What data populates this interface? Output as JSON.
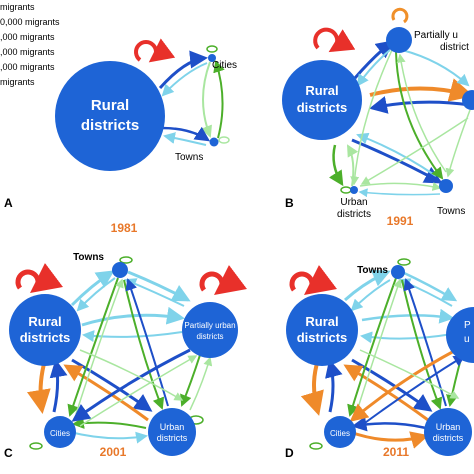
{
  "legend": {
    "items": [
      " migrants",
      "0,000 migrants",
      ",000 migrants",
      ",000 migrants",
      ",000 migrants",
      "migrants"
    ]
  },
  "colors": {
    "node": "#1e64d6",
    "self_loop": "#e8302a",
    "self_loop_small": "#f0902a",
    "dark_blue": "#1e4fc8",
    "light_blue": "#7fd3ea",
    "green": "#4caf2a",
    "light_green": "#a9e6a0",
    "orange": "#ef8a2a",
    "year": "#e8782a"
  },
  "panels": [
    {
      "letter": "A",
      "year": "1981",
      "labels": {
        "rural": [
          "Rural",
          "districts"
        ],
        "cities": "Cities",
        "towns": "Towns"
      }
    },
    {
      "letter": "B",
      "year": "1991",
      "labels": {
        "rural": [
          "Rural",
          "districts"
        ],
        "partially_urban": "Partially u",
        "partially_urban_2": "district",
        "urban": [
          "Urban",
          "districts"
        ],
        "towns": "Towns"
      }
    },
    {
      "letter": "C",
      "year": "2001",
      "labels": {
        "rural": [
          "Rural",
          "districts"
        ],
        "towns": "Towns",
        "partially_urban": [
          "Partially urban",
          "districts"
        ],
        "cities": "Cities",
        "urban": [
          "Urban",
          "districts"
        ]
      }
    },
    {
      "letter": "D",
      "year": "2011",
      "labels": {
        "rural": [
          "Rural",
          "districts"
        ],
        "towns": "Towns",
        "partially_urban": [
          "P",
          "u"
        ],
        "cities": "Cities",
        "urban": [
          "Urban",
          "districts"
        ]
      }
    }
  ]
}
